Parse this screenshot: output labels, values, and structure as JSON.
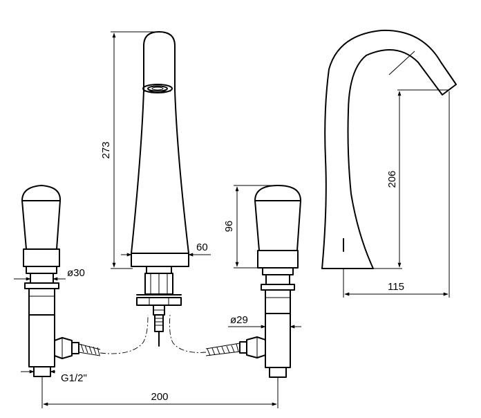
{
  "dimensions": {
    "spout_height": "273",
    "spout_base_width": "60",
    "handle_height": "96",
    "left_valve_diameter": "ø30",
    "right_valve_diameter": "ø29",
    "inlet_thread": "G1/2\"",
    "valve_spacing": "200",
    "outlet_height": "206",
    "spout_reach": "115"
  }
}
